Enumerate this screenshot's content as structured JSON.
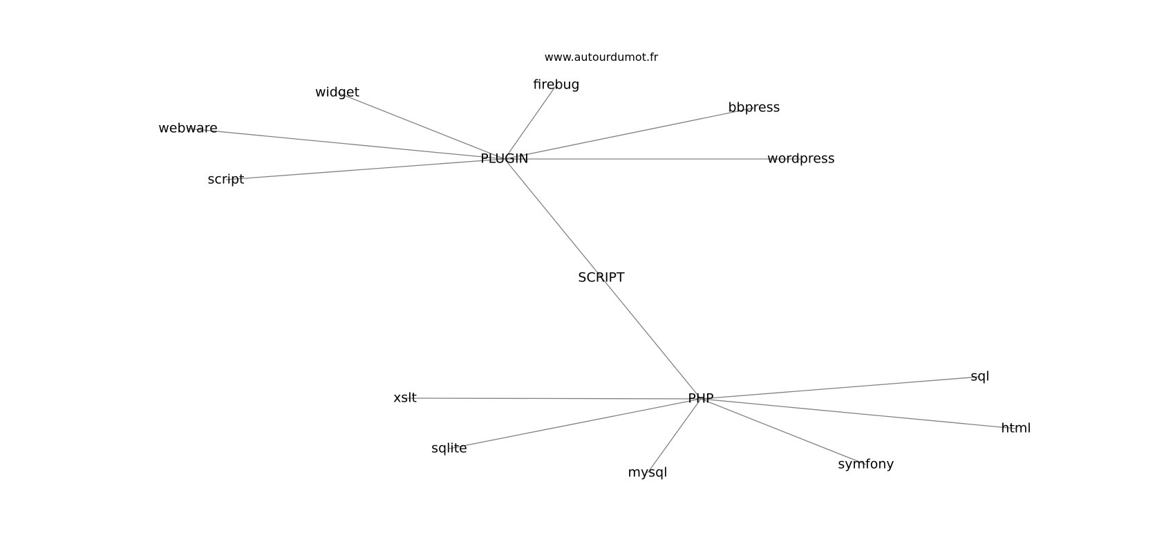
{
  "source": "www.autourdumot.fr",
  "graph": {
    "nodes": [
      {
        "id": "SCRIPT",
        "label": "SCRIPT"
      },
      {
        "id": "PLUGIN",
        "label": "PLUGIN"
      },
      {
        "id": "PHP",
        "label": "PHP"
      },
      {
        "id": "widget",
        "label": "widget"
      },
      {
        "id": "firebug",
        "label": "firebug"
      },
      {
        "id": "bbpress",
        "label": "bbpress"
      },
      {
        "id": "webware",
        "label": "webware"
      },
      {
        "id": "wordpress",
        "label": "wordpress"
      },
      {
        "id": "script",
        "label": "script"
      },
      {
        "id": "xslt",
        "label": "xslt"
      },
      {
        "id": "sqlite",
        "label": "sqlite"
      },
      {
        "id": "mysql",
        "label": "mysql"
      },
      {
        "id": "symfony",
        "label": "symfony"
      },
      {
        "id": "sql",
        "label": "sql"
      },
      {
        "id": "html",
        "label": "html"
      }
    ],
    "edges": [
      {
        "from": "PLUGIN",
        "to": "PHP"
      },
      {
        "from": "PLUGIN",
        "to": "widget"
      },
      {
        "from": "PLUGIN",
        "to": "firebug"
      },
      {
        "from": "PLUGIN",
        "to": "bbpress"
      },
      {
        "from": "PLUGIN",
        "to": "webware"
      },
      {
        "from": "PLUGIN",
        "to": "wordpress"
      },
      {
        "from": "PLUGIN",
        "to": "script"
      },
      {
        "from": "PHP",
        "to": "xslt"
      },
      {
        "from": "PHP",
        "to": "sqlite"
      },
      {
        "from": "PHP",
        "to": "mysql"
      },
      {
        "from": "PHP",
        "to": "symfony"
      },
      {
        "from": "PHP",
        "to": "sql"
      },
      {
        "from": "PHP",
        "to": "html"
      }
    ],
    "edge_color": "#808080"
  }
}
